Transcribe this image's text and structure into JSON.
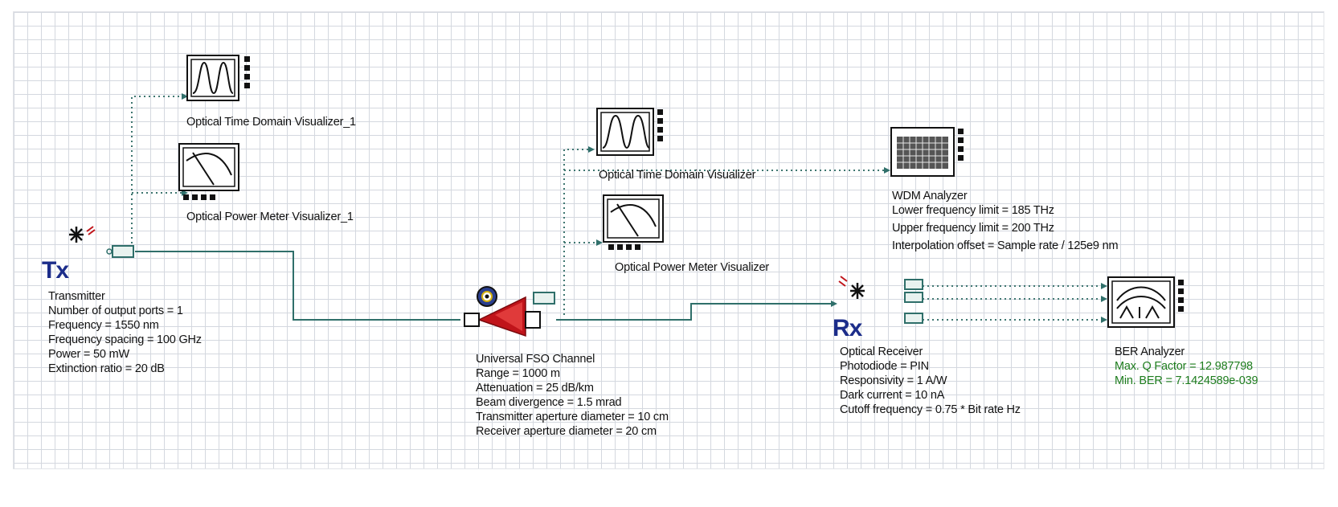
{
  "labels": {
    "otdv1": "Optical Time Domain Visualizer_1",
    "opmv1": "Optical Power Meter Visualizer_1",
    "otdv": "Optical Time Domain Visualizer",
    "opmv": "Optical Power Meter Visualizer"
  },
  "transmitter": {
    "tag": "Tx",
    "lines": [
      "Transmitter",
      "Number of output ports = 1",
      "Frequency = 1550  nm",
      "Frequency spacing = 100  GHz",
      "Power = 50  mW",
      "Extinction ratio = 20  dB"
    ]
  },
  "fso_channel": {
    "lines": [
      "Universal FSO Channel",
      "Range = 1000  m",
      "Attenuation = 25  dB/km",
      "Beam divergence = 1.5  mrad",
      "Transmitter aperture diameter = 10  cm",
      "Receiver aperture diameter = 20  cm"
    ]
  },
  "wdm_analyzer": {
    "lines": [
      "WDM Analyzer",
      "Lower frequency limit = 185  THz",
      "Upper frequency limit = 200  THz",
      "Interpolation offset = Sample rate / 125e9  nm"
    ]
  },
  "receiver": {
    "tag": "Rx",
    "lines": [
      "Optical Receiver",
      "Photodiode = PIN",
      "Responsivity = 1  A/W",
      "Dark current = 10  nA",
      "Cutoff frequency = 0.75 * Bit rate  Hz"
    ]
  },
  "ber_analyzer": {
    "title": "BER Analyzer",
    "q_factor": "Max. Q Factor = 12.987798",
    "min_ber": "Min. BER = 7.1424589e-039"
  },
  "colors": {
    "wire": "#2f6f6a",
    "monitor_line": "#3e7670",
    "grid": "#d4d8df",
    "tag_blue": "#1c2d8a",
    "result_green": "#1e7d1e",
    "fso_red": "#c0141a"
  },
  "icons": {
    "transmitter": "laser-star-icon",
    "receiver": "photodiode-star-icon",
    "fso": "telescope-cone-icon",
    "time_domain": "waveform-icon",
    "power_meter": "power-curve-icon",
    "wdm": "spectrum-grid-icon",
    "ber": "eye-diagram-icon"
  }
}
